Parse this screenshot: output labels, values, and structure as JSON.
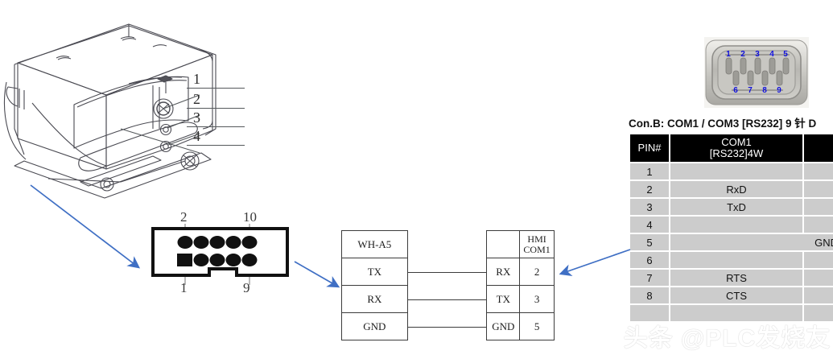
{
  "device": {
    "name": "label-printer-line-art",
    "callouts": [
      {
        "label": "1"
      },
      {
        "label": "2"
      },
      {
        "label": "3"
      },
      {
        "label": "4"
      }
    ]
  },
  "connector_10pin": {
    "title": "10-pin-idc-header",
    "top_left_label": "2",
    "top_right_label": "10",
    "bottom_left_label": "1",
    "bottom_right_label": "9",
    "pin_count": 10,
    "key_pin": "1"
  },
  "wiring": {
    "left_header": "WH-A5",
    "right_header_blank": "",
    "right_header": "HMI COM1",
    "right_header_line1": "HMI",
    "right_header_line2": "COM1",
    "rows": [
      {
        "left": "TX",
        "right_signal": "RX",
        "right_pin": "2"
      },
      {
        "left": "RX",
        "right_signal": "TX",
        "right_pin": "3"
      },
      {
        "left": "GND",
        "right_signal": "GND",
        "right_pin": "5"
      }
    ]
  },
  "db9": {
    "name": "db9-male-connector-photo",
    "top_pins": [
      "1",
      "2",
      "3",
      "4",
      "5"
    ],
    "bottom_pins": [
      "6",
      "7",
      "8",
      "9"
    ],
    "pin_label_color": "#1010dd"
  },
  "pin_table": {
    "title": "Con.B: COM1 / COM3 [RS232] 9 针 D",
    "headers": {
      "pin": "PIN#",
      "com1_line1": "COM1",
      "com1_line2": "[RS232]4W",
      "com3": ""
    },
    "rows": [
      {
        "pin": "1",
        "com1": "",
        "com3": ""
      },
      {
        "pin": "2",
        "com1": "RxD",
        "com3": ""
      },
      {
        "pin": "3",
        "com1": "TxD",
        "com3": ""
      },
      {
        "pin": "4",
        "com1": "",
        "com3": ""
      },
      {
        "pin": "5",
        "com1": "GND",
        "com3": "",
        "span": true
      },
      {
        "pin": "6",
        "com1": "",
        "com3": ""
      },
      {
        "pin": "7",
        "com1": "RTS",
        "com3": ""
      },
      {
        "pin": "8",
        "com1": "CTS",
        "com3": ""
      }
    ]
  },
  "watermark": {
    "text": "头条 @PLC发烧友"
  },
  "colors": {
    "arrow_blue": "#3f6fc4",
    "table_header_bg": "#000000",
    "table_row_bg": "#cccccc",
    "pin_number_blue": "#1010dd",
    "line_dark": "#3c3c3c"
  }
}
